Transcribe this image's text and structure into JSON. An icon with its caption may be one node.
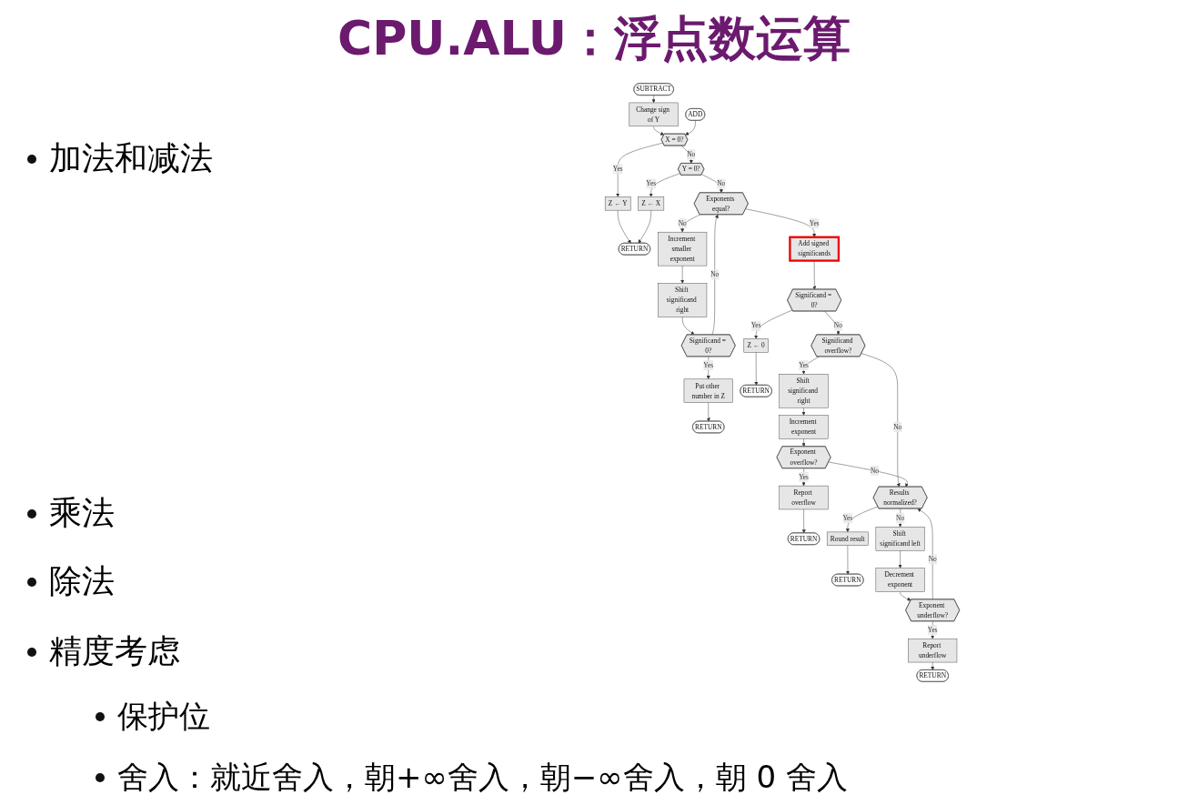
{
  "diagram": {
    "title": "CPU.ALU：浮点数运算",
    "nodes": [
      {
        "text": [
          "SUBTRACT"
        ]
      },
      {
        "text": [
          "Change sign of Y"
        ]
      },
      {
        "text": [
          "ADD"
        ]
      },
      {
        "text": [
          "X = 0?"
        ]
      },
      {
        "text": [
          "Y = 0?"
        ]
      },
      {
        "text": [
          "Z ← Y"
        ]
      },
      {
        "text": [
          "Z ← X"
        ]
      },
      {
        "text": [
          "RETURN"
        ]
      },
      {
        "text": [
          "Exponents equal?"
        ]
      },
      {
        "text": [
          "Increment smaller exponent"
        ]
      },
      {
        "text": [
          "Shift significand right"
        ]
      },
      {
        "text": [
          "Significand = 0?"
        ]
      },
      {
        "text": [
          "Put other number in Z"
        ]
      },
      {
        "text": [
          "RETURN"
        ]
      },
      {
        "text": [
          "Add signed significands"
        ]
      },
      {
        "text": [
          "Significand = 0?"
        ]
      },
      {
        "text": [
          "Z ← 0"
        ]
      },
      {
        "text": [
          "RETURN"
        ]
      },
      {
        "text": [
          "Significand overflow?"
        ]
      },
      {
        "text": [
          "Shift significand right"
        ]
      },
      {
        "text": [
          "Increment exponent"
        ]
      },
      {
        "text": [
          "Exponent overflow?"
        ]
      },
      {
        "text": [
          "Report overflow"
        ]
      },
      {
        "text": [
          "RETURN"
        ]
      },
      {
        "text": [
          "Results normalized?"
        ]
      },
      {
        "text": [
          "Round result"
        ]
      },
      {
        "text": [
          "RETURN"
        ]
      },
      {
        "text": [
          "Shift significand left"
        ]
      },
      {
        "text": [
          "Decrement exponent"
        ]
      },
      {
        "text": [
          "Exponent underflow?"
        ]
      },
      {
        "text": [
          "Report underflow"
        ]
      },
      {
        "text": [
          "RETURN"
        ]
      }
    ],
    "edges": [
      {
        "from": 0,
        "to": 1,
        "arrow": "to"
      },
      {
        "from": 1,
        "to": 3,
        "arrow": "to"
      },
      {
        "from": 2,
        "to": 3,
        "arrow": "to"
      },
      {
        "from": 3,
        "to": 4,
        "arrow": "to",
        "label": "No"
      },
      {
        "from": 3,
        "to": 5,
        "arrow": "to",
        "label": "Yes"
      },
      {
        "from": 4,
        "to": 8,
        "arrow": "to",
        "label": "No"
      },
      {
        "from": 4,
        "to": 6,
        "arrow": "to",
        "label": "Yes"
      },
      {
        "from": 5,
        "to": 7,
        "arrow": "to"
      },
      {
        "from": 6,
        "to": 7,
        "arrow": "to"
      },
      {
        "from": 8,
        "to": 14,
        "arrow": "to",
        "label": "Yes"
      },
      {
        "from": 8,
        "to": 9,
        "arrow": "to",
        "label": "No"
      },
      {
        "from": 9,
        "to": 10,
        "arrow": "to"
      },
      {
        "from": 10,
        "to": 11,
        "arrow": "to"
      },
      {
        "from": 11,
        "to": 8,
        "arrow": "to",
        "label": "No"
      },
      {
        "from": 11,
        "to": 12,
        "arrow": "to",
        "label": "Yes"
      },
      {
        "from": 12,
        "to": 13,
        "arrow": "to"
      },
      {
        "from": 14,
        "to": 15,
        "arrow": "to"
      },
      {
        "from": 15,
        "to": 16,
        "arrow": "to",
        "label": "Yes"
      },
      {
        "from": 15,
        "to": 18,
        "arrow": "to",
        "label": "No"
      },
      {
        "from": 16,
        "to": 17,
        "arrow": "to"
      },
      {
        "from": 18,
        "to": 24,
        "arrow": "to",
        "label": "No"
      },
      {
        "from": 18,
        "to": 19,
        "arrow": "to",
        "label": "Yes"
      },
      {
        "from": 19,
        "to": 20,
        "arrow": "to"
      },
      {
        "from": 20,
        "to": 21,
        "arrow": "to"
      },
      {
        "from": 21,
        "to": 22,
        "arrow": "to",
        "label": "Yes"
      },
      {
        "from": 21,
        "to": 24,
        "arrow": "to",
        "label": "No"
      },
      {
        "from": 22,
        "to": 23,
        "arrow": "to"
      },
      {
        "from": 24,
        "to": 25,
        "arrow": "to",
        "label": "Yes"
      },
      {
        "from": 24,
        "to": 27,
        "arrow": "to",
        "label": "No"
      },
      {
        "from": 25,
        "to": 26,
        "arrow": "to"
      },
      {
        "from": 27,
        "to": 28,
        "arrow": "to"
      },
      {
        "from": 28,
        "to": 29,
        "arrow": "to"
      },
      {
        "from": 29,
        "to": 24,
        "arrow": "to",
        "label": "No"
      },
      {
        "from": 29,
        "to": 30,
        "arrow": "to",
        "label": "Yes"
      },
      {
        "from": 30,
        "to": 31,
        "arrow": "to"
      }
    ],
    "labels": [
      "加法和减法",
      "乘法",
      "除法",
      "精度考虑",
      "保护位",
      "舍入：就近舍入，朝+∞舍入，朝−∞舍入，朝 0 舍入"
    ]
  }
}
